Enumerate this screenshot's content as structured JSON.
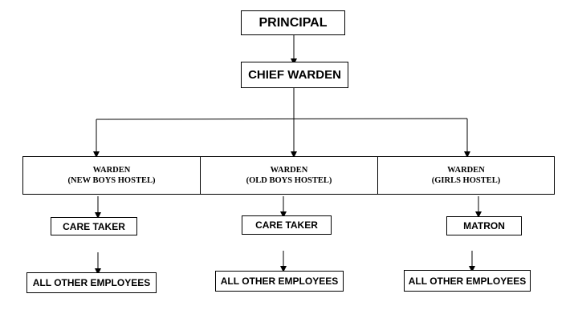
{
  "principal": "PRINCIPAL",
  "chief_warden": "CHIEF WARDEN",
  "wardens": [
    {
      "title": "WARDEN",
      "hostel": "(NEW BOYS HOSTEL)",
      "caretaker": "CARE TAKER",
      "employees": "ALL OTHER EMPLOYEES"
    },
    {
      "title": "WARDEN",
      "hostel": "(OLD BOYS HOSTEL)",
      "caretaker": "CARE TAKER",
      "employees": "ALL OTHER EMPLOYEES"
    },
    {
      "title": "WARDEN",
      "hostel": "(GIRLS HOSTEL)",
      "caretaker": "MATRON",
      "employees": "ALL OTHER EMPLOYEES"
    }
  ]
}
